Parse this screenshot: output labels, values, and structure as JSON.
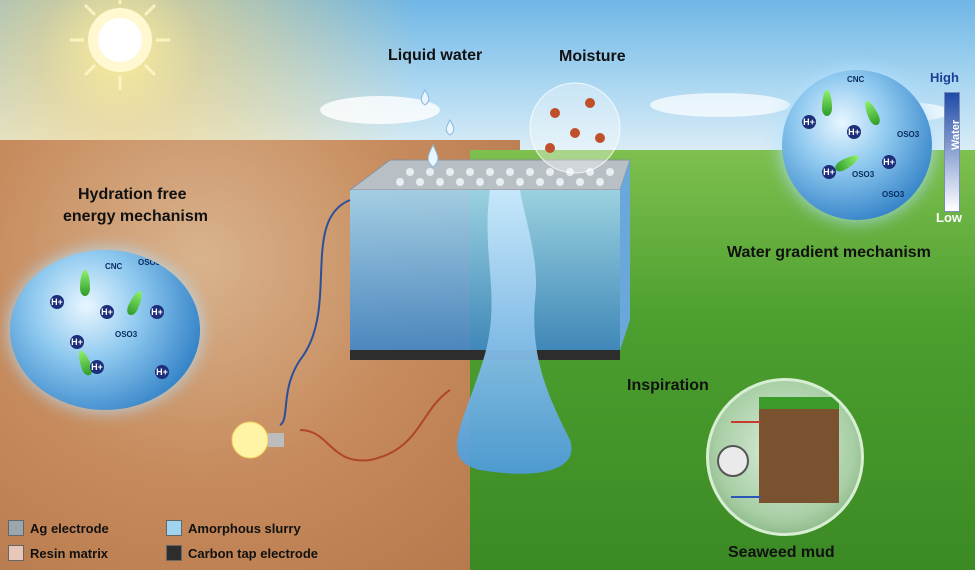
{
  "labels": {
    "liquid_water": "Liquid water",
    "moisture": "Moisture",
    "hydration_line1": "Hydration free",
    "hydration_line2": "energy mechanism",
    "water_gradient": "Water gradient mechanism",
    "inspiration": "Inspiration",
    "seaweed_mud": "Seaweed mud"
  },
  "gradient_scale": {
    "high": "High",
    "low": "Low",
    "axis": "Water"
  },
  "sphere_left": {
    "cnc": "CNC",
    "oso3": "OSO3",
    "h_plus": "H+"
  },
  "sphere_right": {
    "cnc": "CNC",
    "oso3": "OSO3",
    "h_plus": "H+"
  },
  "legend": [
    {
      "label": "Ag electrode",
      "color": "#9aa6ad"
    },
    {
      "label": "Amorphous slurry",
      "color": "#9fd4f0"
    },
    {
      "label": "Resin matrix",
      "color": "#e7c7b7"
    },
    {
      "label": "Carbon tap electrode",
      "color": "#2d2d2d"
    }
  ],
  "colors": {
    "sky": "#8cc8ee",
    "soil": "#c68a5c",
    "grass": "#4d9f2f",
    "water": "#6fb4e8"
  }
}
